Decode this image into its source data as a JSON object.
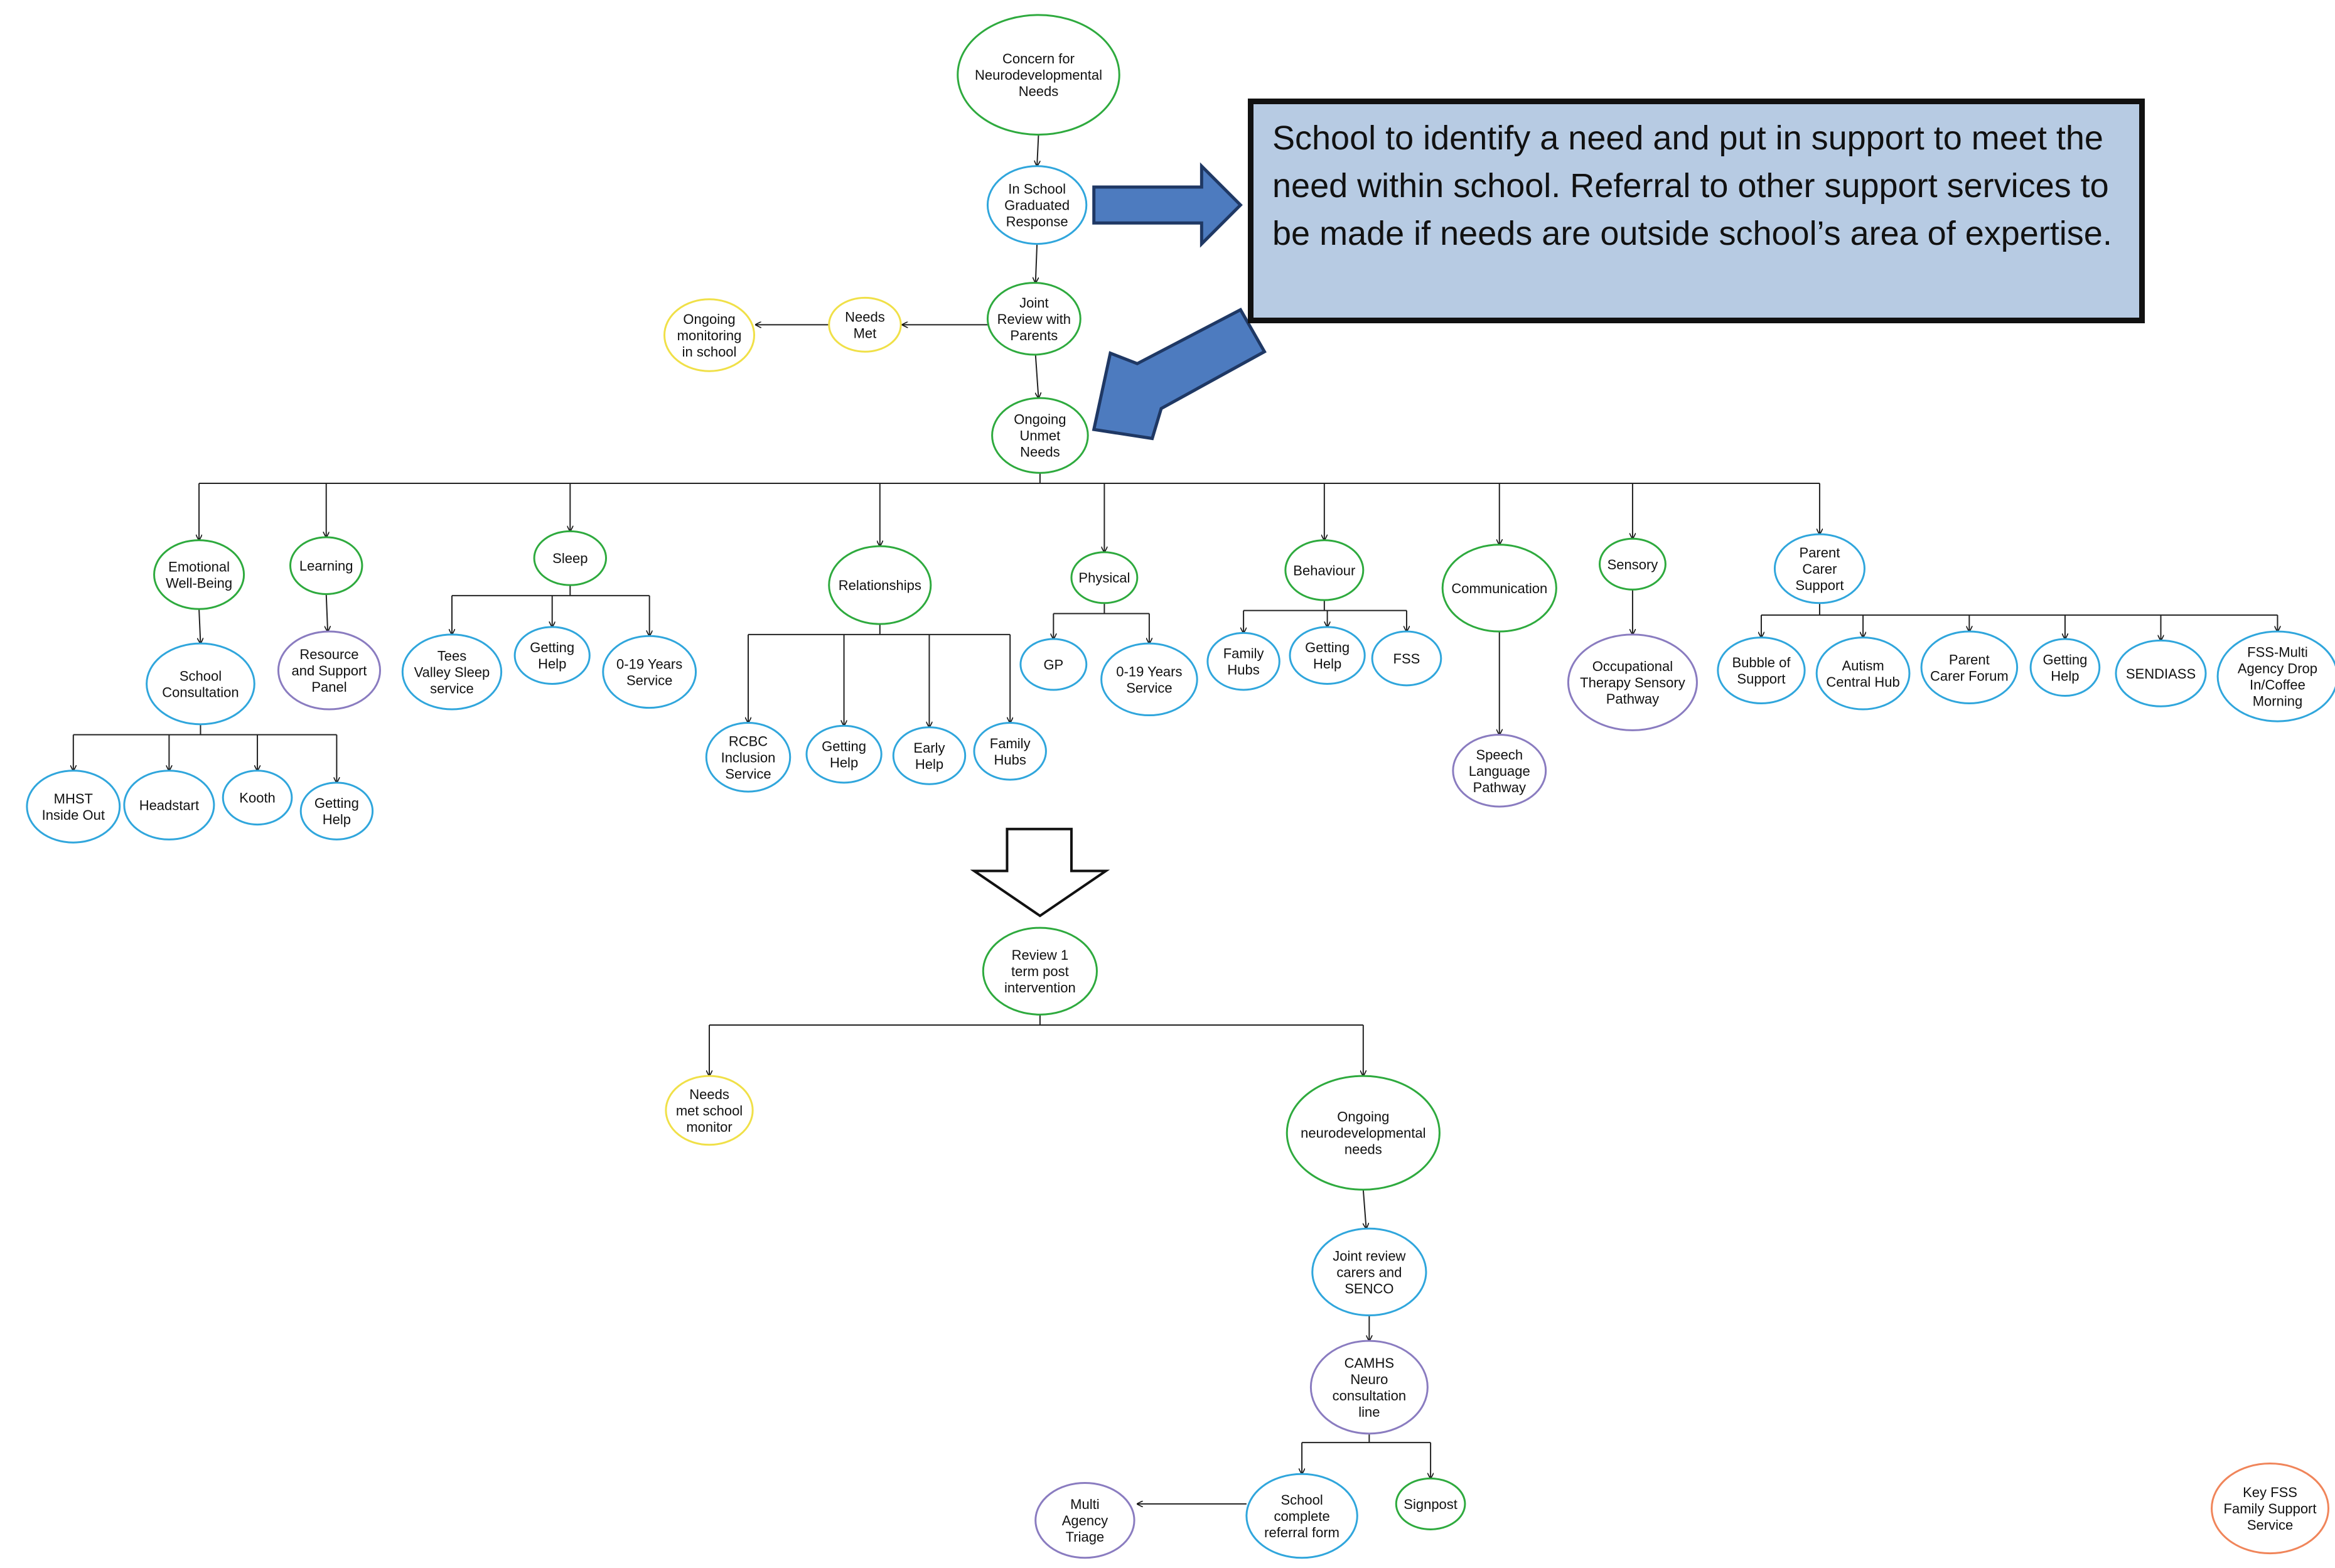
{
  "callout": {
    "text": "School to identify a need and put in support to meet the need within school.  Referral to other support services to be made if needs are outside school’s area of expertise."
  },
  "colors": {
    "green": "#2eaa3e",
    "blue": "#30a6dc",
    "purple": "#8a7cc0",
    "yellow": "#f0e048",
    "orange": "#f0855a",
    "arrow_fill": "#4d7bbf",
    "arrow_stroke": "#1f3864",
    "callout_fill": "#b7cbe3"
  },
  "nodes": [
    {
      "id": "concern",
      "lines": [
        "Concern for",
        "Neurodevelopmental",
        "Needs"
      ],
      "color": "green"
    },
    {
      "id": "in-school-graduated-response",
      "lines": [
        "In School",
        "Graduated",
        "Response"
      ],
      "color": "blue"
    },
    {
      "id": "joint-review-parents",
      "lines": [
        "Joint",
        "Review with",
        "Parents"
      ],
      "color": "green"
    },
    {
      "id": "needs-met",
      "lines": [
        "Needs",
        "Met"
      ],
      "color": "yellow"
    },
    {
      "id": "ongoing-monitoring",
      "lines": [
        "Ongoing",
        "monitoring",
        "in school"
      ],
      "color": "yellow"
    },
    {
      "id": "ongoing-unmet-needs",
      "lines": [
        "Ongoing",
        "Unmet",
        "Needs"
      ],
      "color": "green"
    },
    {
      "id": "emotional-wellbeing",
      "lines": [
        "Emotional",
        "Well-Being"
      ],
      "color": "green"
    },
    {
      "id": "learning",
      "lines": [
        "Learning"
      ],
      "color": "green"
    },
    {
      "id": "sleep",
      "lines": [
        "Sleep"
      ],
      "color": "green"
    },
    {
      "id": "relationships",
      "lines": [
        "Relationships"
      ],
      "color": "green"
    },
    {
      "id": "physical",
      "lines": [
        "Physical"
      ],
      "color": "green"
    },
    {
      "id": "behaviour",
      "lines": [
        "Behaviour"
      ],
      "color": "green"
    },
    {
      "id": "communication",
      "lines": [
        "Communication"
      ],
      "color": "green"
    },
    {
      "id": "sensory",
      "lines": [
        "Sensory"
      ],
      "color": "green"
    },
    {
      "id": "parent-carer-support",
      "lines": [
        "Parent",
        "Carer",
        "Support"
      ],
      "color": "blue"
    },
    {
      "id": "school-consultation",
      "lines": [
        "School",
        "Consultation"
      ],
      "color": "blue"
    },
    {
      "id": "mhst",
      "lines": [
        "MHST",
        "Inside Out"
      ],
      "color": "blue"
    },
    {
      "id": "headstart",
      "lines": [
        "Headstart"
      ],
      "color": "blue"
    },
    {
      "id": "kooth",
      "lines": [
        "Kooth"
      ],
      "color": "blue"
    },
    {
      "id": "getting-help-ewb",
      "lines": [
        "Getting",
        "Help"
      ],
      "color": "blue"
    },
    {
      "id": "resource-support-panel",
      "lines": [
        "Resource",
        "and Support",
        "Panel"
      ],
      "color": "purple"
    },
    {
      "id": "tees-valley-sleep",
      "lines": [
        "Tees",
        "Valley Sleep",
        "service"
      ],
      "color": "blue"
    },
    {
      "id": "getting-help-sleep",
      "lines": [
        "Getting",
        "Help"
      ],
      "color": "blue"
    },
    {
      "id": "zero-nineteen-sleep",
      "lines": [
        "0-19 Years",
        "Service"
      ],
      "color": "blue"
    },
    {
      "id": "rcbc-inclusion",
      "lines": [
        "RCBC",
        "Inclusion",
        "Service"
      ],
      "color": "blue"
    },
    {
      "id": "getting-help-rel",
      "lines": [
        "Getting",
        "Help"
      ],
      "color": "blue"
    },
    {
      "id": "early-help",
      "lines": [
        "Early",
        "Help"
      ],
      "color": "blue"
    },
    {
      "id": "family-hubs-rel",
      "lines": [
        "Family",
        "Hubs"
      ],
      "color": "blue"
    },
    {
      "id": "gp",
      "lines": [
        "GP"
      ],
      "color": "blue"
    },
    {
      "id": "zero-nineteen-phys",
      "lines": [
        "0-19 Years",
        "Service"
      ],
      "color": "blue"
    },
    {
      "id": "family-hubs-beh",
      "lines": [
        "Family",
        "Hubs"
      ],
      "color": "blue"
    },
    {
      "id": "getting-help-beh",
      "lines": [
        "Getting",
        "Help"
      ],
      "color": "blue"
    },
    {
      "id": "fss",
      "lines": [
        "FSS"
      ],
      "color": "blue"
    },
    {
      "id": "speech-language",
      "lines": [
        "Speech",
        "Language",
        "Pathway"
      ],
      "color": "purple"
    },
    {
      "id": "occupational-therapy",
      "lines": [
        "Occupational",
        "Therapy Sensory",
        "Pathway"
      ],
      "color": "purple"
    },
    {
      "id": "bubble-of-support",
      "lines": [
        "Bubble of",
        "Support"
      ],
      "color": "blue"
    },
    {
      "id": "autism-central-hub",
      "lines": [
        "Autism",
        "Central Hub"
      ],
      "color": "blue"
    },
    {
      "id": "parent-carer-forum",
      "lines": [
        "Parent",
        "Carer Forum"
      ],
      "color": "blue"
    },
    {
      "id": "getting-help-pcs",
      "lines": [
        "Getting",
        "Help"
      ],
      "color": "blue"
    },
    {
      "id": "sendiass",
      "lines": [
        "SENDIASS"
      ],
      "color": "blue"
    },
    {
      "id": "fss-multi-agency",
      "lines": [
        "FSS-Multi",
        "Agency Drop",
        "In/Coffee",
        "Morning"
      ],
      "color": "blue"
    },
    {
      "id": "review-one-term",
      "lines": [
        "Review 1",
        "term post",
        "intervention"
      ],
      "color": "green"
    },
    {
      "id": "needs-met-monitor",
      "lines": [
        "Needs",
        "met school",
        "monitor"
      ],
      "color": "yellow"
    },
    {
      "id": "ongoing-neurodevelopmental",
      "lines": [
        "Ongoing",
        "neurodevelopmental",
        "needs"
      ],
      "color": "green"
    },
    {
      "id": "joint-review-senco",
      "lines": [
        "Joint review",
        "carers and",
        "SENCO"
      ],
      "color": "blue"
    },
    {
      "id": "camhs",
      "lines": [
        "CAMHS",
        "Neuro",
        "consultation",
        "line"
      ],
      "color": "purple"
    },
    {
      "id": "school-referral-form",
      "lines": [
        "School",
        "complete",
        "referral form"
      ],
      "color": "blue"
    },
    {
      "id": "signpost",
      "lines": [
        "Signpost"
      ],
      "color": "green"
    },
    {
      "id": "multi-agency-triage",
      "lines": [
        "Multi",
        "Agency",
        "Triage"
      ],
      "color": "purple"
    },
    {
      "id": "key-fss",
      "lines": [
        "Key FSS",
        "Family Support",
        "Service"
      ],
      "color": "orange"
    }
  ]
}
